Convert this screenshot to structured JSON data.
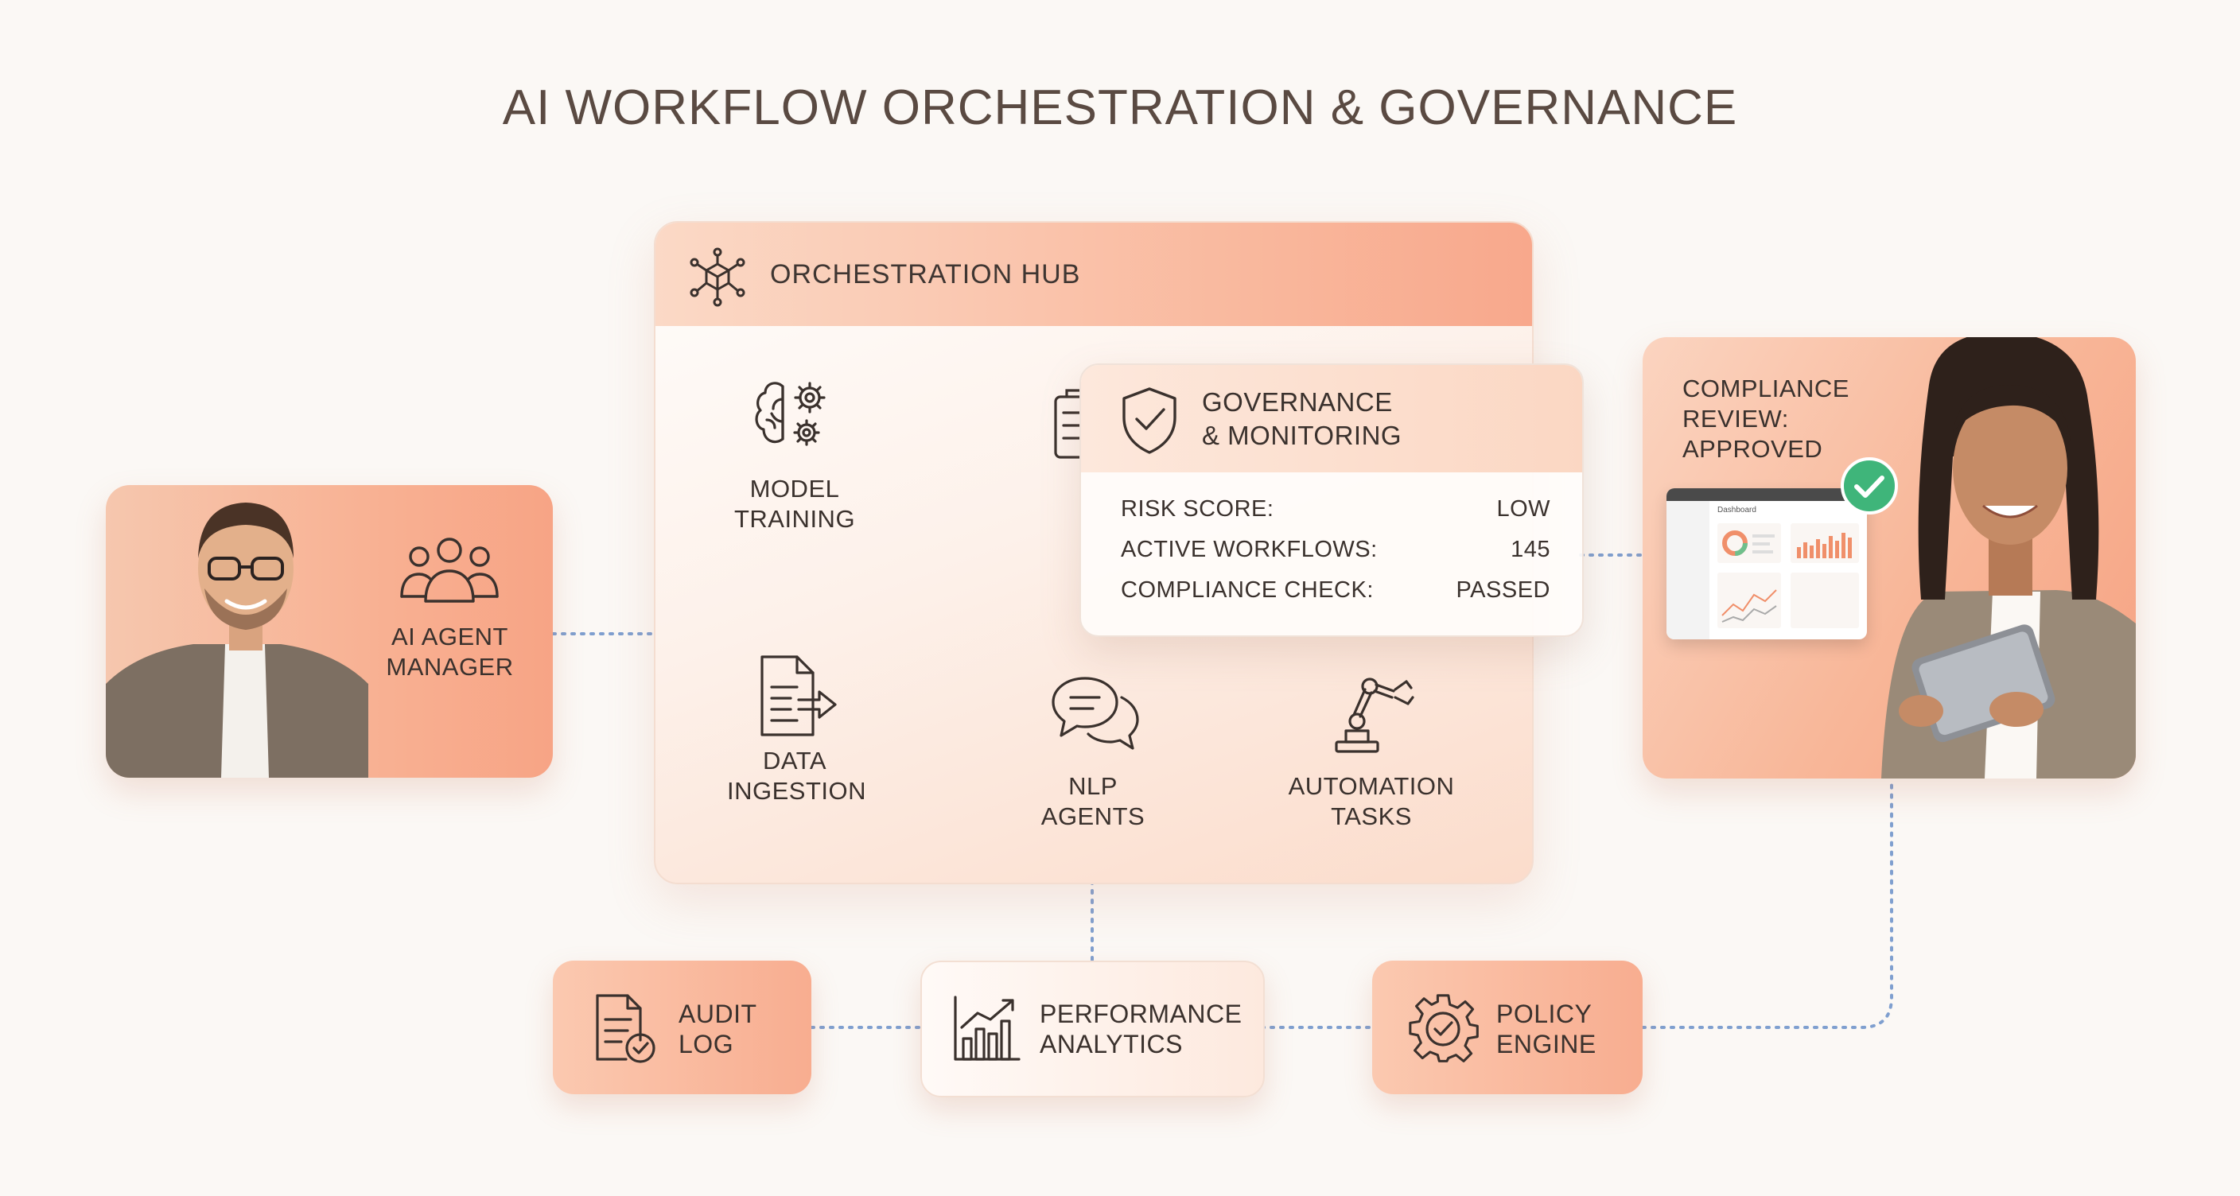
{
  "title": "AI WORKFLOW ORCHESTRATION & GOVERNANCE",
  "hub": {
    "title": "ORCHESTRATION HUB",
    "icon": "network-cube-icon",
    "nodes": {
      "model_training": {
        "line1": "MODEL",
        "line2": "TRAINING",
        "icon": "brain-gears-icon"
      },
      "data_ingestion": {
        "line1": "DATA",
        "line2": "INGESTION",
        "icon": "document-arrow-icon"
      },
      "nlp_agents": {
        "line1": "NLP",
        "line2": "AGENTS",
        "icon": "chat-bubbles-icon"
      },
      "automation_tasks": {
        "line1": "AUTOMATION",
        "line2": "TASKS",
        "icon": "robot-arm-icon"
      },
      "checklist": {
        "icon": "clipboard-icon"
      }
    }
  },
  "governance": {
    "line1": "GOVERNANCE",
    "line2": "& MONITORING",
    "icon": "shield-check-icon",
    "rows": [
      {
        "label": "RISK SCORE:",
        "value": "LOW"
      },
      {
        "label": "ACTIVE WORKFLOWS:",
        "value": "145"
      },
      {
        "label": "COMPLIANCE CHECK:",
        "value": "PASSED"
      }
    ]
  },
  "left_card": {
    "line1": "AI AGENT",
    "line2": "MANAGER",
    "icon": "users-group-icon"
  },
  "right_card": {
    "line1": "COMPLIANCE",
    "line2": "REVIEW:",
    "line3": "APPROVED",
    "badge_icon": "check-circle-icon",
    "dashboard_title": "Dashboard"
  },
  "bottom": {
    "audit": {
      "line1": "AUDIT",
      "line2": "LOG",
      "icon": "document-check-icon"
    },
    "analytics": {
      "line1": "PERFORMANCE",
      "line2": "ANALYTICS",
      "icon": "bar-chart-icon"
    },
    "policy": {
      "line1": "POLICY",
      "line2": "ENGINE",
      "icon": "gear-check-icon"
    }
  },
  "colors": {
    "accent": "#f8a88c",
    "connector": "#7f9fcf",
    "check_green": "#3fb57a",
    "text": "#3a312d"
  }
}
